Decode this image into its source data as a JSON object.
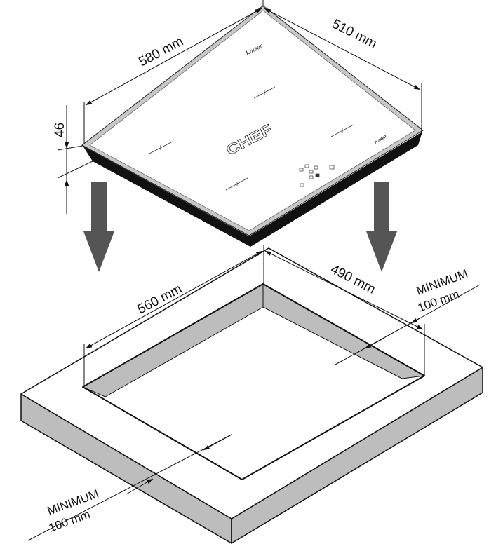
{
  "hob": {
    "width_label": "580 mm",
    "depth_label": "510 mm",
    "height_label": "46",
    "brand": "Kaiser",
    "model": "CHEF",
    "power_label": "POWER"
  },
  "cutout": {
    "width_label": "560 mm",
    "depth_label": "490 mm",
    "min_clearance_right": {
      "line1": "MINIMUM",
      "line2": "100 mm"
    },
    "min_clearance_front": {
      "line1": "MINIMUM",
      "line2": "100 mm"
    }
  },
  "colors": {
    "arrow": "#555555",
    "rim": "#c8c8c8",
    "side": "#bdbdbd",
    "base": "#111111"
  }
}
